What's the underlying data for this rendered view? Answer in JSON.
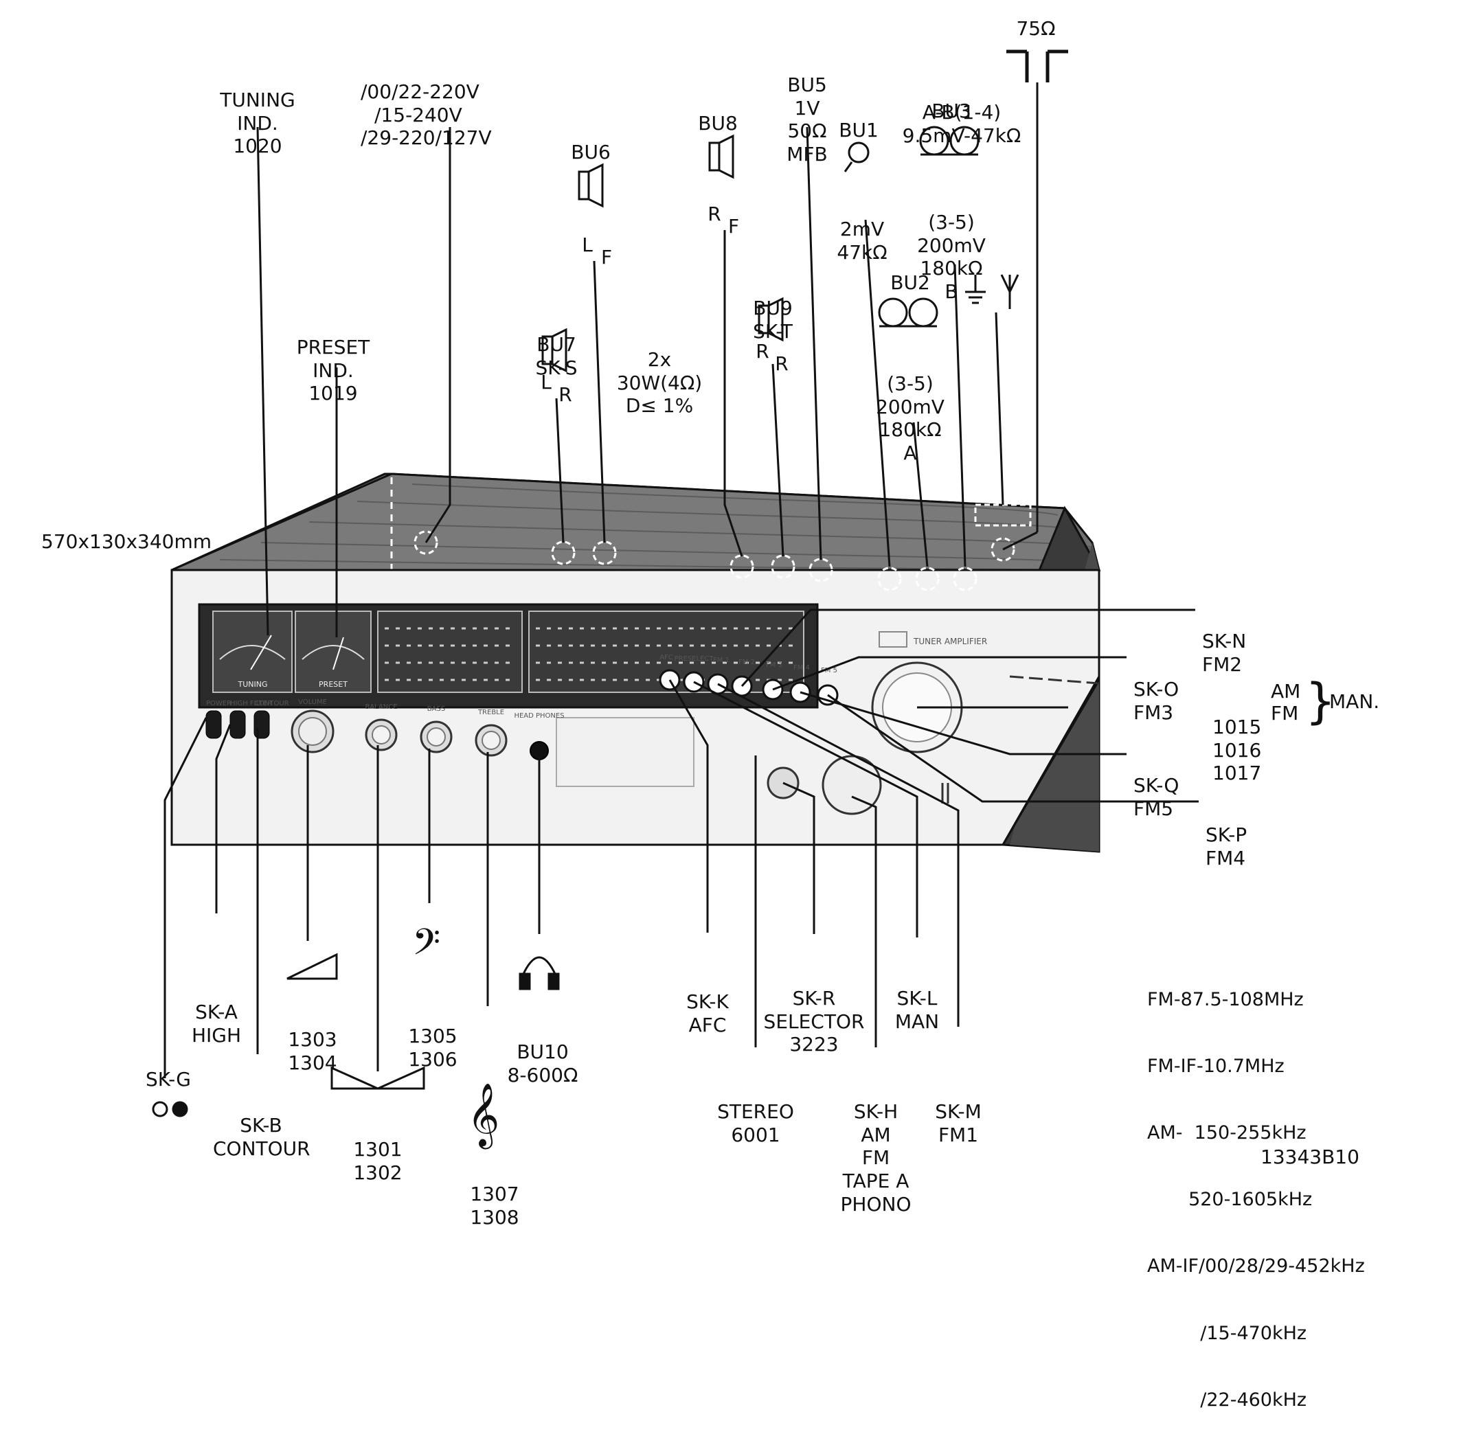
{
  "dimensions": "570x130x340mm",
  "drawing_code": "13343B10",
  "labels": {
    "tuning": [
      "TUNING",
      "IND.",
      "1020"
    ],
    "preset": [
      "PRESET",
      "IND.",
      "1019"
    ],
    "mains": [
      "/00/22-220V",
      "/15-240V",
      "/29-220/127V"
    ],
    "bu6": "BU6",
    "lf": "L",
    "lf_sub": "F",
    "bu7": [
      "BU7",
      "SK-S"
    ],
    "lr": "L",
    "lr_sub": "R",
    "power_out": [
      "2x",
      "30W(4Ω)",
      "D≤ 1%"
    ],
    "bu8": "BU8",
    "rf": "R",
    "rf_sub": "F",
    "bu9": [
      "BU9",
      "SK-T"
    ],
    "rr": "R",
    "rr_sub": "R",
    "bu5": [
      "BU5",
      "1V",
      "50Ω",
      "MFB"
    ],
    "bu1": "BU1",
    "bu1_spec": [
      "2mV",
      "47kΩ"
    ],
    "ohm75": "75Ω",
    "ab": [
      "A-B(1-4)",
      "9.5mV-47kΩ"
    ],
    "bu3": "BU3",
    "bu3_spec": [
      "(3-5)",
      "200mV",
      "180kΩ",
      "B"
    ],
    "bu2": "BU2",
    "bu2_spec": [
      "(3-5)",
      "200mV",
      "180kΩ",
      "A"
    ],
    "skn": [
      "SK-N",
      "FM2"
    ],
    "sko": [
      "SK-O",
      "FM3"
    ],
    "man_nums": [
      "1015",
      "1016",
      "1017"
    ],
    "am": "AM",
    "fm": "FM",
    "man": "MAN.",
    "skq": [
      "SK-Q",
      "FM5"
    ],
    "skp": [
      "SK-P",
      "FM4"
    ],
    "ska": [
      "SK-A",
      "HIGH"
    ],
    "skg": "SK-G",
    "skb": [
      "SK-B",
      "CONTOUR"
    ],
    "vol": [
      "1303",
      "1304"
    ],
    "bal": [
      "1301",
      "1302"
    ],
    "bass": [
      "1305",
      "1306"
    ],
    "treble": [
      "1307",
      "1308"
    ],
    "bu10": [
      "BU10",
      "8-600Ω"
    ],
    "skk": [
      "SK-K",
      "AFC"
    ],
    "stereo": [
      "STEREO",
      "6001"
    ],
    "skr": [
      "SK-R",
      "SELECTOR",
      "3223"
    ],
    "skh": [
      "SK-H",
      "AM",
      "FM",
      "TAPE A",
      "PHONO"
    ],
    "skl": [
      "SK-L",
      "MAN"
    ],
    "skm": [
      "SK-M",
      "FM1"
    ],
    "specs": [
      "FM-87.5-108MHz",
      "FM-IF-10.7MHz",
      "AM-  150-255kHz",
      "       520-1605kHz",
      "AM-IF/00/28/29-452kHz",
      "         /15-470kHz",
      "         /22-460kHz"
    ],
    "panel_buttons": [
      "AFC",
      "PRESELECT",
      "FM 1",
      "FM 2",
      "FM 3",
      "FM 4",
      "FM 5"
    ],
    "panel_knobs": [
      "POWER",
      "HIGH FILTER",
      "CONTOUR",
      "VOLUME",
      "BALANCE",
      "BASS",
      "TREBLE",
      "HEAD PHONES"
    ],
    "panel_scales": [
      "TUNING",
      "PRESET"
    ],
    "panel_brand": "TUNER AMPLIFIER"
  }
}
